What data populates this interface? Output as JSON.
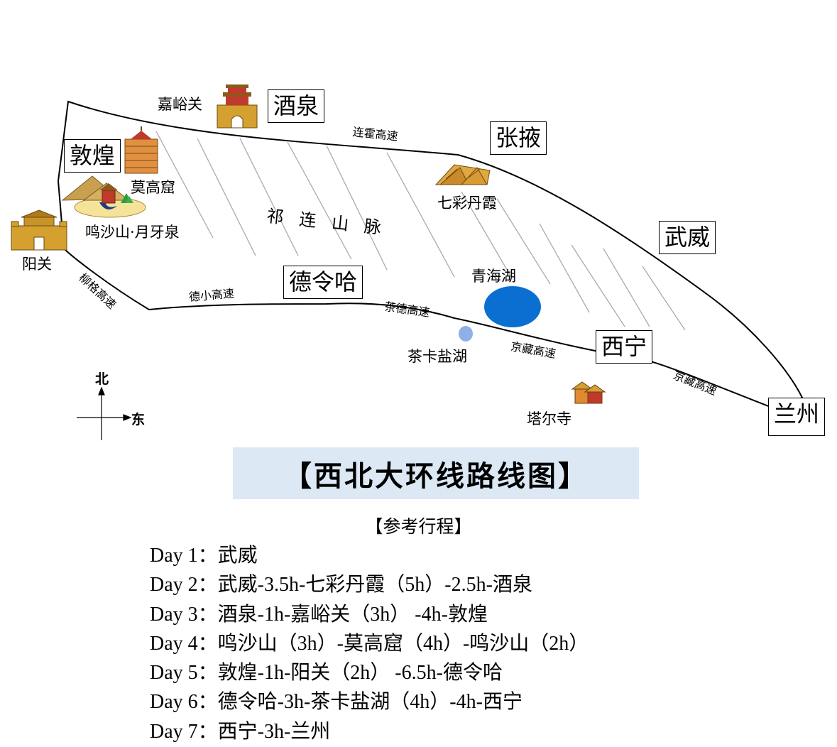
{
  "map": {
    "cities": {
      "jiuquan": "酒泉",
      "zhangye": "张掖",
      "dunhuang": "敦煌",
      "wuwei": "武威",
      "delingha": "德令哈",
      "xining": "西宁",
      "lanzhou": "兰州"
    },
    "sights": {
      "jiayuguan": "嘉峪关",
      "mogao": "莫高窟",
      "mingsha": "鸣沙山·月牙泉",
      "yangguan": "阳关",
      "danxia": "七彩丹霞",
      "qinghai_lake": "青海湖",
      "chaka": "茶卡盐湖",
      "taer": "塔尔寺"
    },
    "roads": {
      "lianhuo": "连霍高速",
      "liuge": "柳格高速",
      "dexiao": "德小高速",
      "chade": "茶德高速",
      "jingzang_1": "京藏高速",
      "jingzang_2": "京藏高速"
    },
    "mountain_range": "祁连山脉",
    "compass": {
      "north": "北",
      "east": "东"
    },
    "colors": {
      "qinghai_lake": "#0a6fd1",
      "chaka_lake": "#8fb0e6",
      "banner_bg": "#dce9f5",
      "building_gold": "#d4a030",
      "building_red": "#c0392b"
    }
  },
  "title": "【西北大环线路线图】",
  "subtitle": "【参考行程】",
  "itinerary": [
    {
      "day": "Day 1：",
      "route": "武威"
    },
    {
      "day": "Day 2：",
      "route": "武威-3.5h-七彩丹霞（5h）-2.5h-酒泉"
    },
    {
      "day": "Day 3：",
      "route": "酒泉-1h-嘉峪关（3h） -4h-敦煌"
    },
    {
      "day": "Day 4：",
      "route": "鸣沙山（3h）-莫高窟（4h）-鸣沙山（2h）"
    },
    {
      "day": "Day 5：",
      "route": "敦煌-1h-阳关（2h） -6.5h-德令哈"
    },
    {
      "day": "Day 6：",
      "route": "德令哈-3h-茶卡盐湖（4h）-4h-西宁"
    },
    {
      "day": "Day 7：",
      "route": "西宁-3h-兰州"
    }
  ]
}
